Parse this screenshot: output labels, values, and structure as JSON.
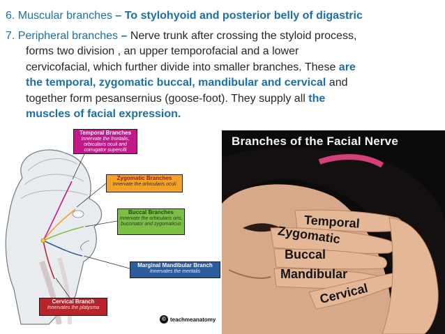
{
  "item6": {
    "num": "6.",
    "label": "Muscular branches",
    "dash": "–",
    "rest": "To stylohyoid and posterior belly of digastric"
  },
  "item7": {
    "num": "7.",
    "label": "Peripheral branches",
    "dash": "–",
    "line1": "Nerve trunk after crossing the styloid process,",
    "line2": "forms two division , an upper temporofacial and a lower",
    "line3a": "cervicofacial, which further divide into smaller branches. These ",
    "line3b": "are",
    "line4a": "the temporal, zygomatic buccal, mandibular and cervical",
    "line4b": " and",
    "line5a": "together form pesansernius (goose-foot). They supply all ",
    "line5b": "the",
    "line6": "muscles of facial expression."
  },
  "anatomy": {
    "temporal": {
      "title": "Temporal Branches",
      "desc": "Innervate the frontalis, orbicularis oculi and corrugator supercilli"
    },
    "zygomatic": {
      "title": "Zygomatic Branches",
      "desc": "Innervate the orbicularis oculi"
    },
    "buccal": {
      "title": "Buccal Branches",
      "desc": "Innervate the orbicularis oris, buccinator and zygomaticus"
    },
    "mandibular": {
      "title": "Marginal Mandibular Branch",
      "desc": "Innervates the mentalis"
    },
    "cervical": {
      "title": "Cervical Branch",
      "desc": "Innervates the platysma"
    },
    "logo": "teachmeanatomy",
    "logo_mark": "©"
  },
  "photo": {
    "title": "Branches of the Facial Nerve",
    "labels": [
      "Temporal",
      "Zygomatic",
      "Buccal",
      "Mandibular",
      "Cervical"
    ]
  },
  "colors": {
    "accent_blue": "#1b6fa8",
    "temporal": "#c2188a",
    "zygomatic": "#f4a127",
    "buccal": "#7bbf44",
    "mandibular": "#2d5d9f",
    "cervical": "#b8242a"
  }
}
